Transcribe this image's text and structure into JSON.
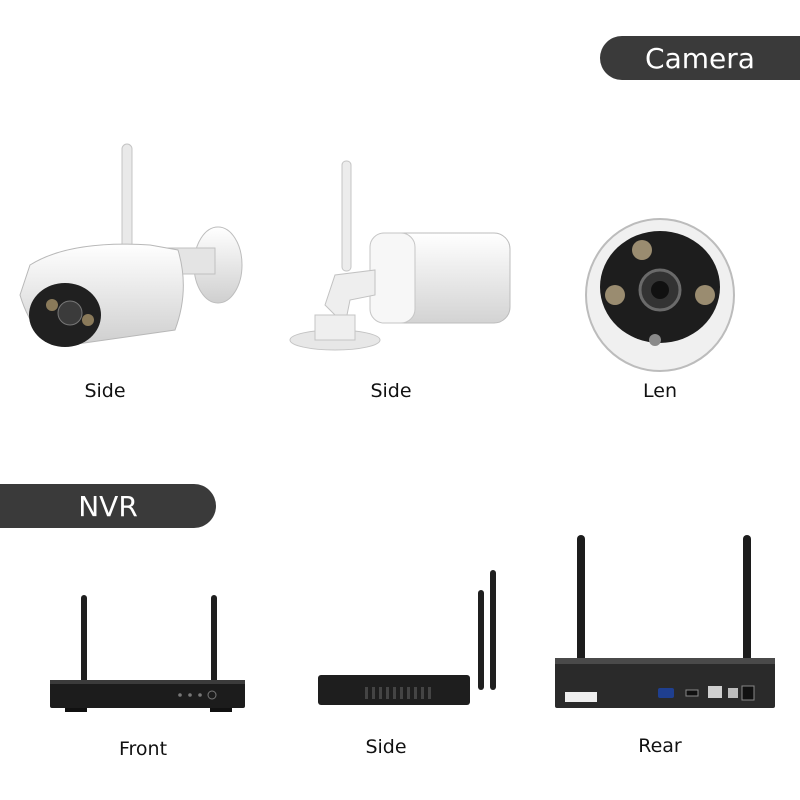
{
  "sections": {
    "camera": {
      "title": "Camera"
    },
    "nvr": {
      "title": "NVR"
    }
  },
  "camera_views": [
    {
      "label": "Side"
    },
    {
      "label": "Side"
    },
    {
      "label": "Len"
    }
  ],
  "nvr_views": [
    {
      "label": "Front"
    },
    {
      "label": "Side"
    },
    {
      "label": "Rear"
    }
  ],
  "colors": {
    "pill_bg": "#3a3a3a",
    "pill_text": "#ffffff",
    "camera_body": "#f2f2f2",
    "nvr_body": "#1c1c1c"
  }
}
